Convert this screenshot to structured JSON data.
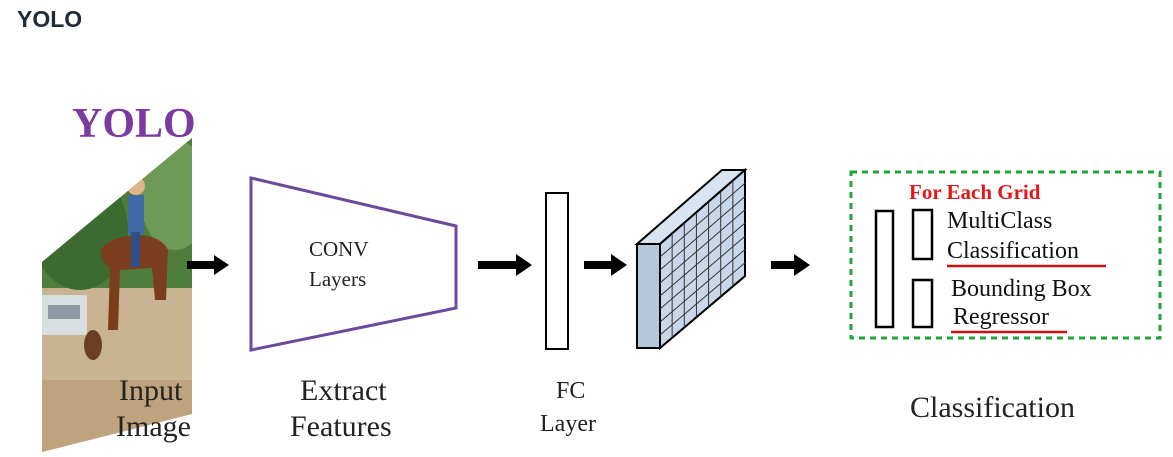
{
  "header": {
    "title": "YOLO"
  },
  "diagram": {
    "logo_text": "YOLO",
    "input_label_line1": "Input",
    "input_label_line2": "Image",
    "conv_label_line1": "CONV",
    "conv_label_line2": "Layers",
    "extract_label_line1": "Extract",
    "extract_label_line2": "Features",
    "fc_label_line1": "FC",
    "fc_label_line2": "Layer",
    "classification_label": "Classification",
    "grid_box": {
      "title": "For Each Grid",
      "multiclass_line1": "MultiClass",
      "multiclass_line2": "Classification",
      "bbox_line1": "Bounding Box",
      "bbox_line2": "Regressor"
    },
    "colors": {
      "logo": "#7a3aa0",
      "conv_outline": "#6a4a9c",
      "grid_title": "#e01818",
      "underline": "#cc1111",
      "grid_border": "#1fa53a",
      "tensor_fill": "#c8d8ea"
    }
  }
}
